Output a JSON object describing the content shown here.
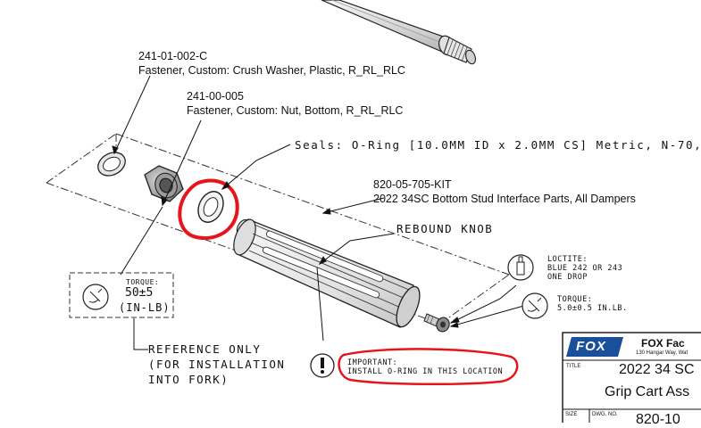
{
  "callouts": {
    "washer_part": "241-01-002-C",
    "washer_desc": "Fastener, Custom: Crush Washer, Plastic, R_RL_RLC",
    "nut_part": "241-00-005",
    "nut_desc": "Fastener, Custom: Nut, Bottom, R_RL_RLC",
    "seal_desc": "Seals: O-Ring [10.0MM ID x 2.0MM CS] Metric, N-70,",
    "kit_part": "820-05-705-KIT",
    "kit_desc": "2022 34SC Bottom Stud Interface Parts, All Dampers",
    "rebound": "REBOUND KNOB"
  },
  "torque_left": {
    "title": "TORQUE:",
    "value": "50±5",
    "unit": "(IN-LB)"
  },
  "reference": {
    "line1": "REFERENCE ONLY",
    "line2": "(FOR INSTALLATION",
    "line3": "INTO FORK)"
  },
  "loctite": {
    "title": "LOCTITE:",
    "line1": "BLUE 242 OR 243",
    "line2": "ONE DROP"
  },
  "torque_right": {
    "title": "TORQUE:",
    "value": "5.0±0.5 IN.LB."
  },
  "important": {
    "title": "IMPORTANT:",
    "text": "INSTALL O-RING IN THIS LOCATION"
  },
  "title_block": {
    "logo": "FOX",
    "company": "FOX Fac",
    "address": "130 Hangar Way, Wat",
    "title_label": "TITLE",
    "title_line1": "2022 34 SC",
    "title_line2": "Grip Cart Ass",
    "size_label": "SIZE",
    "dwg_label": "DWG. NO.",
    "dwg_no": "820-10"
  },
  "colors": {
    "highlight": "#e8141b",
    "line": "#111111"
  }
}
